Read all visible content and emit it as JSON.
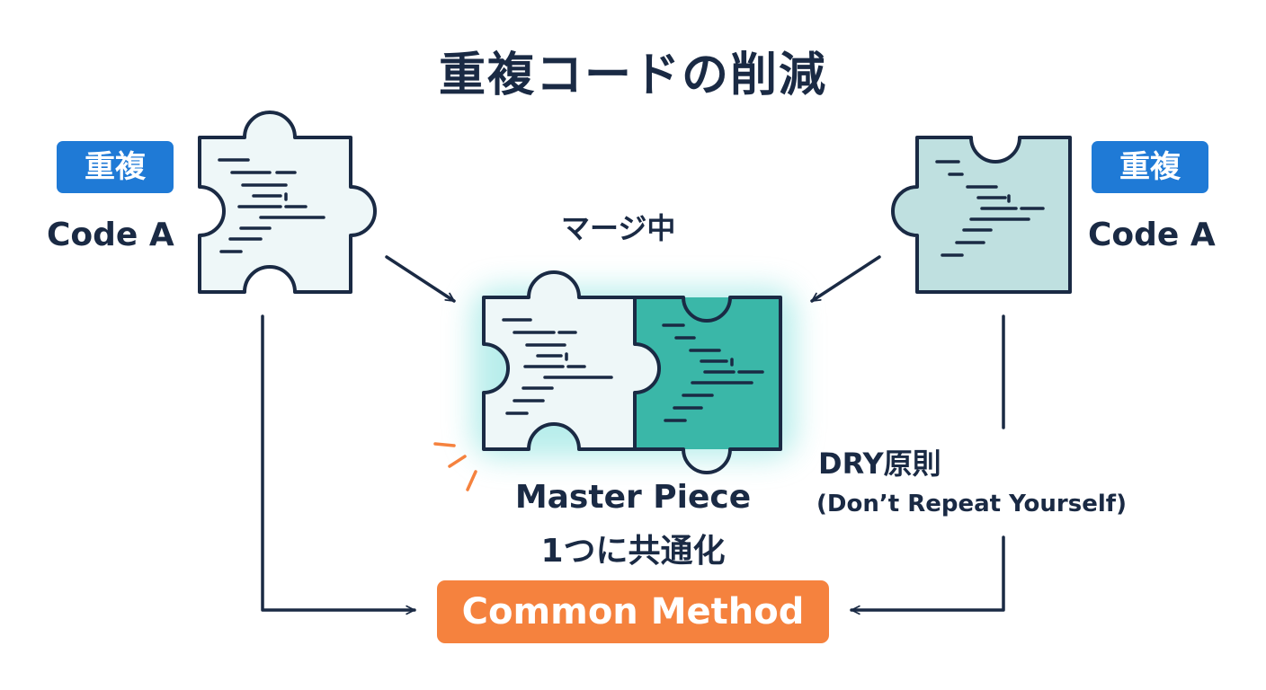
{
  "title": "重複コードの削減",
  "left": {
    "badge": "重複",
    "label": "Code A"
  },
  "right": {
    "badge": "重複",
    "label": "Code A"
  },
  "center": {
    "merge_label": "マージ中",
    "master_line1": "Master Piece",
    "master_line2": "1つに共通化"
  },
  "principle": {
    "name": "DRY原則",
    "expansion": "(Don’t Repeat Yourself)"
  },
  "result": {
    "label": "Common Method"
  },
  "colors": {
    "ink": "#1a2a44",
    "badge_blue": "#1f7ad6",
    "piece_light": "#eef7f8",
    "piece_mid": "#bfe0e0",
    "piece_teal": "#3ab7a8",
    "glow": "#7fe0dc",
    "accent_orange": "#f5823e"
  },
  "icons": {
    "pieces": "puzzle-piece-icon",
    "spark": "spark-icon"
  }
}
